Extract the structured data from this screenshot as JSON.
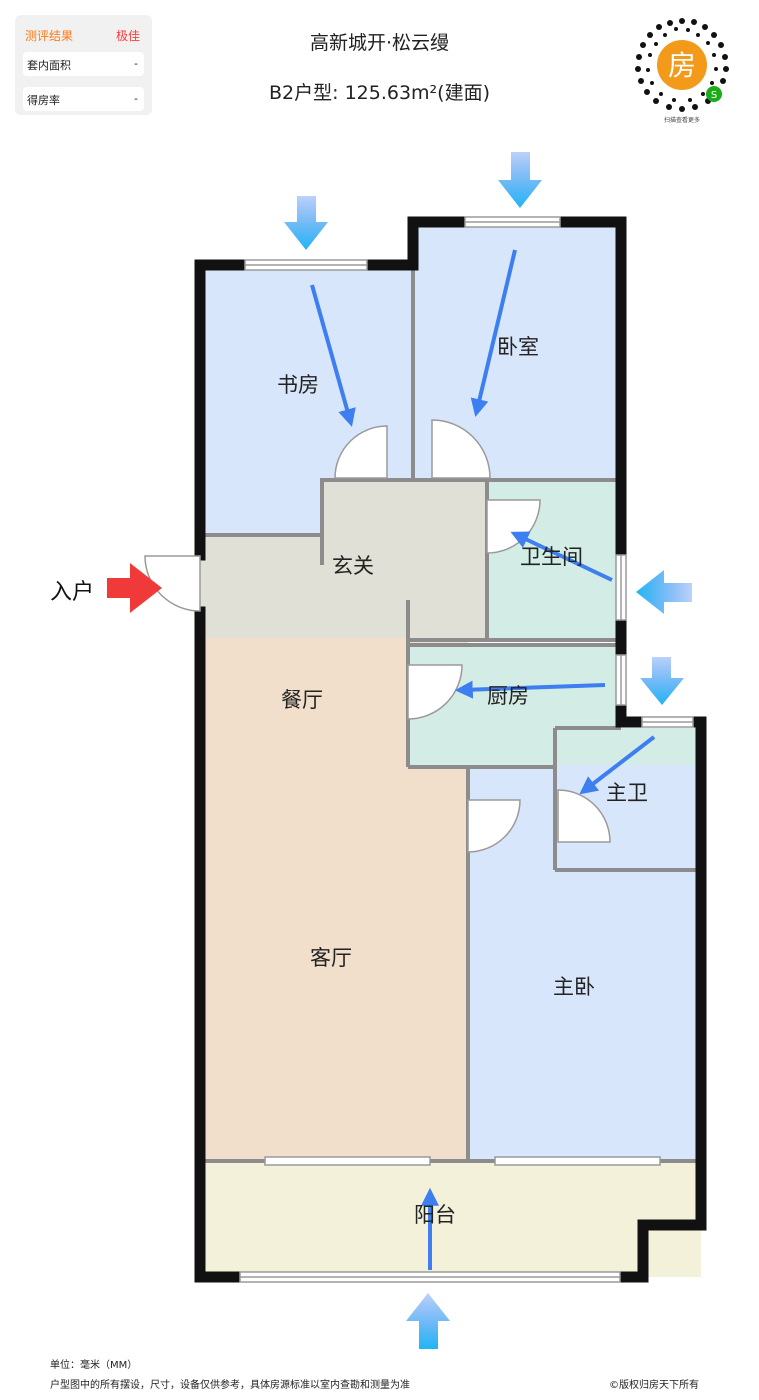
{
  "evaluation": {
    "heading": "测评结果",
    "grade": "极佳",
    "rows": [
      {
        "label": "套内面积",
        "value": "-"
      },
      {
        "label": "得房率",
        "value": "-"
      }
    ]
  },
  "header": {
    "title": "高新城开·松云缦",
    "subtitle": "B2户型: 125.63m²(建面)"
  },
  "qr": {
    "badge": "房",
    "caption": "扫描查看更多"
  },
  "rooms": {
    "study": "书房",
    "bedroom": "卧室",
    "foyer": "玄关",
    "bathroom": "卫生间",
    "kitchen": "厨房",
    "dining": "餐厅",
    "master_bath": "主卫",
    "living": "客厅",
    "master_bedroom": "主卧",
    "balcony": "阳台"
  },
  "entry_label": "入户",
  "colors": {
    "study_bedroom_fill": "#d8e6fb",
    "wet_room_fill": "#d3ede6",
    "foyer_fill": "#e0e0d6",
    "living_fill": "#f1dfcb",
    "balcony_fill": "#f3f1da",
    "wall": "#111111",
    "inner_wall": "#8c8c8c",
    "flow_arrow": "#3d7ef0",
    "entry_arrow": "#f03a3a",
    "grade_orange": "#ff7a1a",
    "grade_red": "#ff3b3b"
  },
  "footer": {
    "unit": "单位：毫米（MM）",
    "disclaimer": "户型图中的所有摆设，尺寸，设备仅供参考，具体房源标准以室内查勘和测量为准",
    "copyright": "©版权归房天下所有"
  }
}
